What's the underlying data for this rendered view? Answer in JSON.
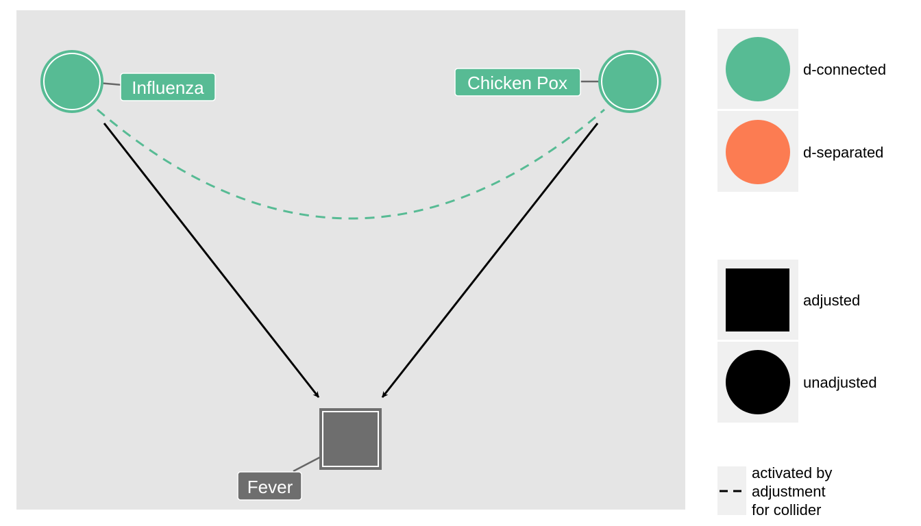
{
  "nodes": {
    "influenza": {
      "label": "Influenza",
      "status": "d-connected",
      "adjusted": false
    },
    "chicken_pox": {
      "label": "Chicken Pox",
      "status": "d-connected",
      "adjusted": false
    },
    "fever": {
      "label": "Fever",
      "status": "adjusted",
      "adjusted": true
    }
  },
  "edges": [
    {
      "from": "Influenza",
      "to": "Fever",
      "style": "solid",
      "directed": true
    },
    {
      "from": "Chicken Pox",
      "to": "Fever",
      "style": "solid",
      "directed": true
    },
    {
      "from": "Influenza",
      "to": "Chicken Pox",
      "style": "dashed",
      "directed": false,
      "meaning": "activated by adjustment for collider"
    }
  ],
  "legend": {
    "color": {
      "connected": "d-connected",
      "separated": "d-separated"
    },
    "shape": {
      "adjusted": "adjusted",
      "unadjusted": "unadjusted"
    },
    "linetype": {
      "line1": "activated by",
      "line2": "adjustment",
      "line3": "for collider"
    }
  },
  "colors": {
    "panel_background": "#e5e5e5",
    "legend_key_background": "#f0f0f0",
    "d_connected": "#57bb94",
    "d_separated": "#fc7c52",
    "adjusted_node": "#6e6e6e",
    "edge": "#000000",
    "collider_path": "#57bb94"
  }
}
